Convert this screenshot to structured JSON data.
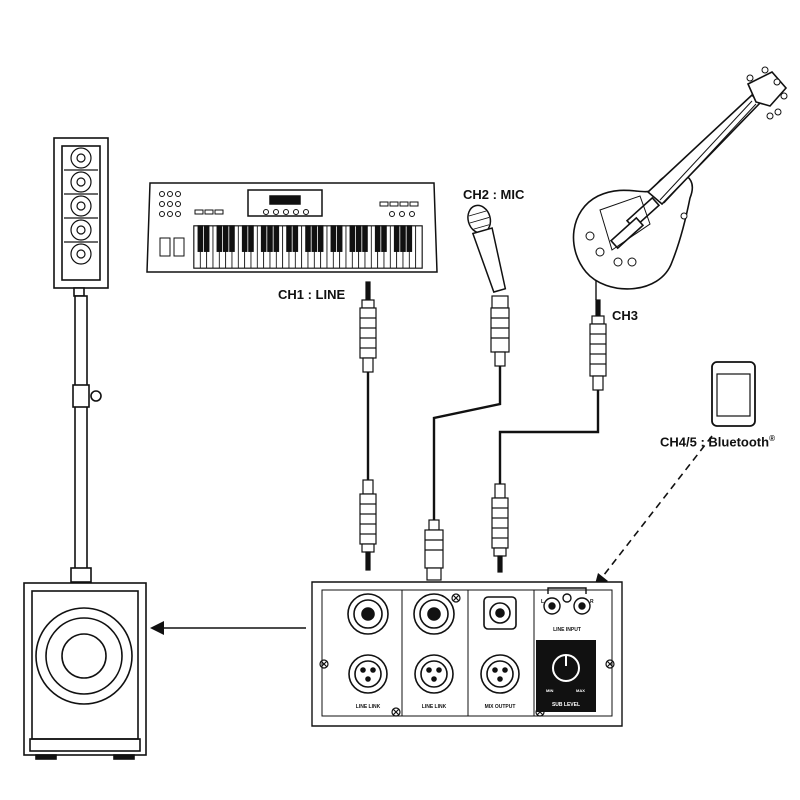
{
  "labels": {
    "ch1": "CH1 : LINE",
    "ch2": "CH2 : MIC",
    "ch3": "CH3",
    "ch45": "CH4/5 : Bluetooth",
    "ch45_mark": "®"
  },
  "panel": {
    "line_link_1": "LINE LINK",
    "line_link_2": "LINE LINK",
    "mix_output": "MIX OUTPUT",
    "line_input": "LINE INPUT",
    "sub_level": "SUB LEVEL",
    "left": "L",
    "right": "R",
    "min": "MIN",
    "max": "MAX"
  },
  "icons": [
    "column-speaker-icon",
    "keyboard-icon",
    "microphone-icon",
    "guitar-icon",
    "phone-icon",
    "subwoofer-icon"
  ]
}
